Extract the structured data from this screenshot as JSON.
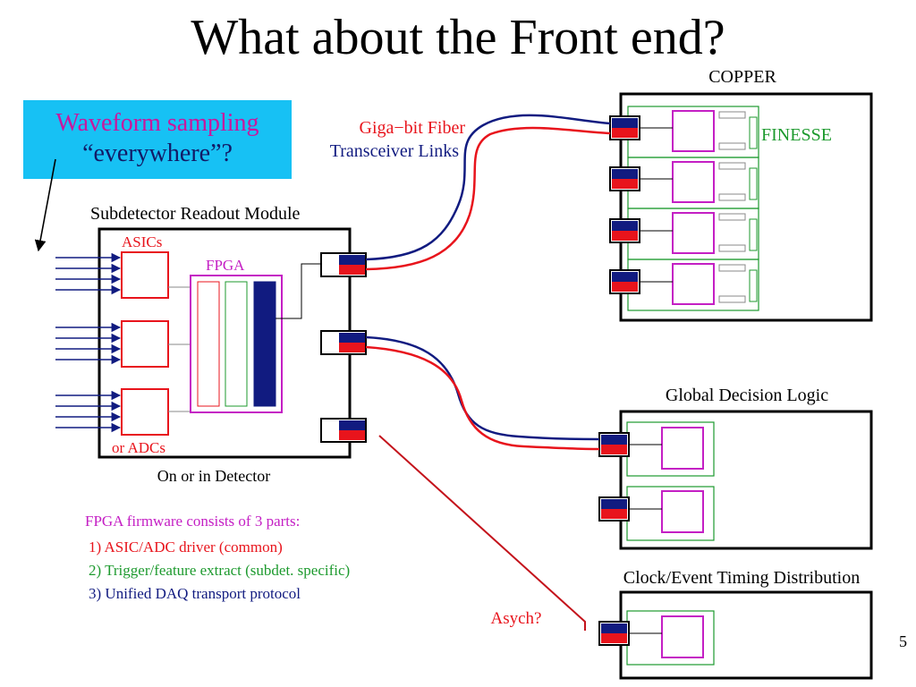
{
  "slide": {
    "title": "What about the Front end?",
    "page_number": "5"
  },
  "callout": {
    "line1": "Waveform sampling",
    "line2": "“everywhere”?"
  },
  "labels": {
    "copper": "COPPER",
    "finesse": "FINESSE",
    "fiber": "Giga−bit Fiber",
    "transceiver": "Transceiver Links",
    "readout_module": "Subdetector Readout Module",
    "asics": "ASICs",
    "fpga": "FPGA",
    "or_adcs": "or ADCs",
    "on_in_detector": "On or in Detector",
    "global_decision": "Global Decision Logic",
    "clock_timing": "Clock/Event Timing Distribution",
    "asych": "Asych?"
  },
  "firmware": {
    "heading": "FPGA firmware consists of 3 parts:",
    "items": [
      "1) ASIC/ADC driver (common)",
      "2) Trigger/feature extract (subdet. specific)",
      "3) Unified DAQ transport protocol"
    ]
  },
  "colors": {
    "black": "#000000",
    "red": "#e8141c",
    "navy": "#111b80",
    "green": "#1d9a2e",
    "magenta": "#c41fc4",
    "callout_bg": "#17c1f4"
  }
}
